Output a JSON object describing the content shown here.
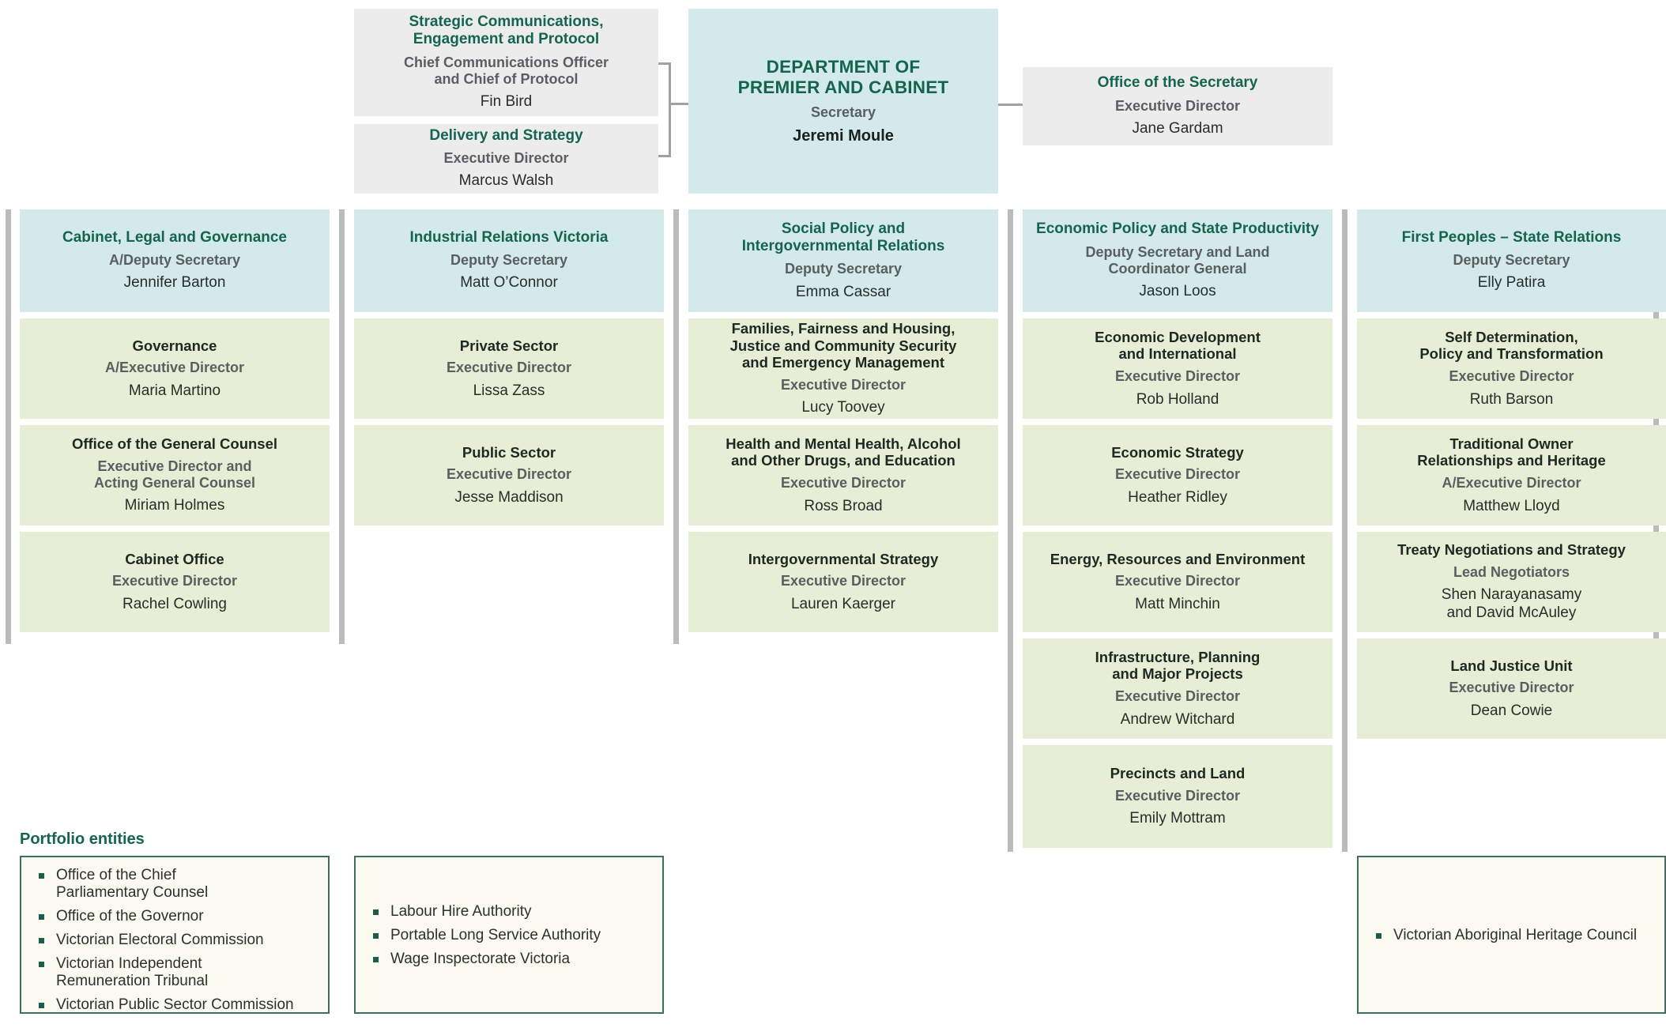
{
  "palette": {
    "header_green": "#15654e",
    "role_gray": "#5a5e61",
    "text_dark": "#282c2c",
    "box_blue": "#d3e9ec",
    "box_gray": "#ececec",
    "box_green": "#e6efd5",
    "box_cream": "#fafaf0",
    "border_green": "#3d6e60",
    "divider_gray": "#b9bbbd",
    "connector_gray": "#9ea2a5",
    "bullet_green": "#1d5c4a"
  },
  "top": {
    "strategic": {
      "title": "Strategic Communications,\nEngagement and Protocol",
      "role": "Chief Communications Officer\nand Chief of Protocol",
      "name": "Fin Bird"
    },
    "delivery": {
      "title": "Delivery and Strategy",
      "role": "Executive Director",
      "name": "Marcus Walsh"
    },
    "department": {
      "title": "DEPARTMENT OF\nPREMIER AND CABINET",
      "role": "Secretary",
      "name": "Jeremi Moule"
    },
    "office_secretary": {
      "title": "Office of the Secretary",
      "role": "Executive Director",
      "name": "Jane Gardam"
    }
  },
  "columns": [
    {
      "head": {
        "title": "Cabinet, Legal and Governance",
        "role": "A/Deputy Secretary",
        "name": "Jennifer Barton"
      },
      "boxes": [
        {
          "title": "Governance",
          "role": "A/Executive Director",
          "name": "Maria Martino"
        },
        {
          "title": "Office of the General Counsel",
          "role": "Executive Director and\nActing General Counsel",
          "name": "Miriam Holmes"
        },
        {
          "title": "Cabinet Office",
          "role": "Executive Director",
          "name": "Rachel Cowling"
        }
      ]
    },
    {
      "head": {
        "title": "Industrial Relations Victoria",
        "role": "Deputy Secretary",
        "name": "Matt O’Connor"
      },
      "boxes": [
        {
          "title": "Private Sector",
          "role": "Executive Director",
          "name": "Lissa Zass"
        },
        {
          "title": "Public Sector",
          "role": "Executive Director",
          "name": "Jesse Maddison"
        }
      ]
    },
    {
      "head": {
        "title": "Social Policy and\nIntergovernmental Relations",
        "role": "Deputy Secretary",
        "name": "Emma Cassar"
      },
      "boxes": [
        {
          "title": "Families, Fairness and Housing,\nJustice and Community Security\nand Emergency Management",
          "role": "Executive Director",
          "name": "Lucy Toovey"
        },
        {
          "title": "Health and Mental Health, Alcohol\nand Other Drugs, and Education",
          "role": "Executive Director",
          "name": "Ross Broad"
        },
        {
          "title": "Intergovernmental Strategy",
          "role": "Executive Director",
          "name": "Lauren Kaerger"
        }
      ]
    },
    {
      "head": {
        "title": "Economic Policy and State Productivity",
        "role": "Deputy Secretary and Land\nCoordinator General",
        "name": "Jason Loos"
      },
      "boxes": [
        {
          "title": "Economic Development\nand International",
          "role": "Executive Director",
          "name": "Rob Holland"
        },
        {
          "title": "Economic Strategy",
          "role": "Executive Director",
          "name": "Heather Ridley"
        },
        {
          "title": "Energy, Resources and Environment",
          "role": "Executive Director",
          "name": "Matt Minchin"
        },
        {
          "title": "Infrastructure, Planning\nand Major Projects",
          "role": "Executive Director",
          "name": "Andrew Witchard"
        },
        {
          "title": "Precincts and Land",
          "role": "Executive Director",
          "name": "Emily Mottram"
        }
      ]
    },
    {
      "head": {
        "title": "First Peoples – State Relations",
        "role": "Deputy Secretary",
        "name": "Elly Patira"
      },
      "boxes": [
        {
          "title": "Self Determination,\nPolicy and Transformation",
          "role": "Executive Director",
          "name": "Ruth Barson"
        },
        {
          "title": "Traditional Owner\nRelationships and Heritage",
          "role": "A/Executive Director",
          "name": "Matthew Lloyd"
        },
        {
          "title": "Treaty Negotiations and Strategy",
          "role": "Lead Negotiators",
          "name": "Shen Narayanasamy\nand David McAuley"
        },
        {
          "title": "Land Justice Unit",
          "role": "Executive Director",
          "name": "Dean Cowie"
        }
      ]
    }
  ],
  "portfolio": {
    "heading": "Portfolio entities",
    "groups": [
      {
        "items": [
          "Office of the Chief\nParliamentary Counsel",
          "Office of the Governor",
          "Victorian Electoral Commission",
          "Victorian Independent\nRemuneration Tribunal",
          "Victorian Public Sector Commission"
        ]
      },
      {
        "items": [
          "Labour Hire Authority",
          "Portable Long Service Authority",
          "Wage Inspectorate Victoria"
        ]
      },
      {
        "items": [
          "Victorian Aboriginal Heritage Council"
        ]
      }
    ]
  }
}
